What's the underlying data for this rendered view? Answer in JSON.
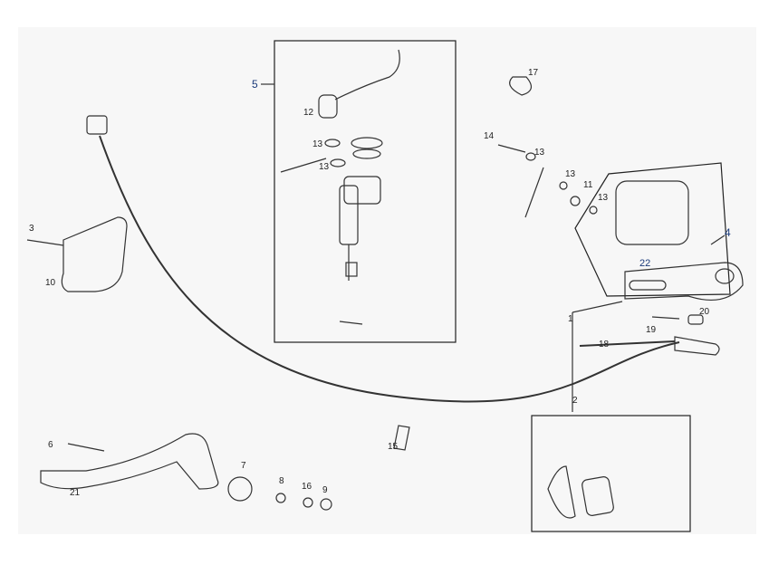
{
  "diagram": {
    "labels": {
      "l5": "5",
      "l12": "12",
      "l13a": "13",
      "l13b": "13",
      "l17": "17",
      "l14": "14",
      "l13c": "13",
      "l13d": "13",
      "l11": "11",
      "l13e": "13",
      "l4": "4",
      "l22": "22",
      "l3": "3",
      "l10": "10",
      "l1": "1",
      "l20": "20",
      "l19": "19",
      "l18": "18",
      "l2": "2",
      "l6": "6",
      "l7": "7",
      "l8": "8",
      "l16": "16",
      "l9": "9",
      "l15": "15",
      "l21": "21"
    }
  }
}
